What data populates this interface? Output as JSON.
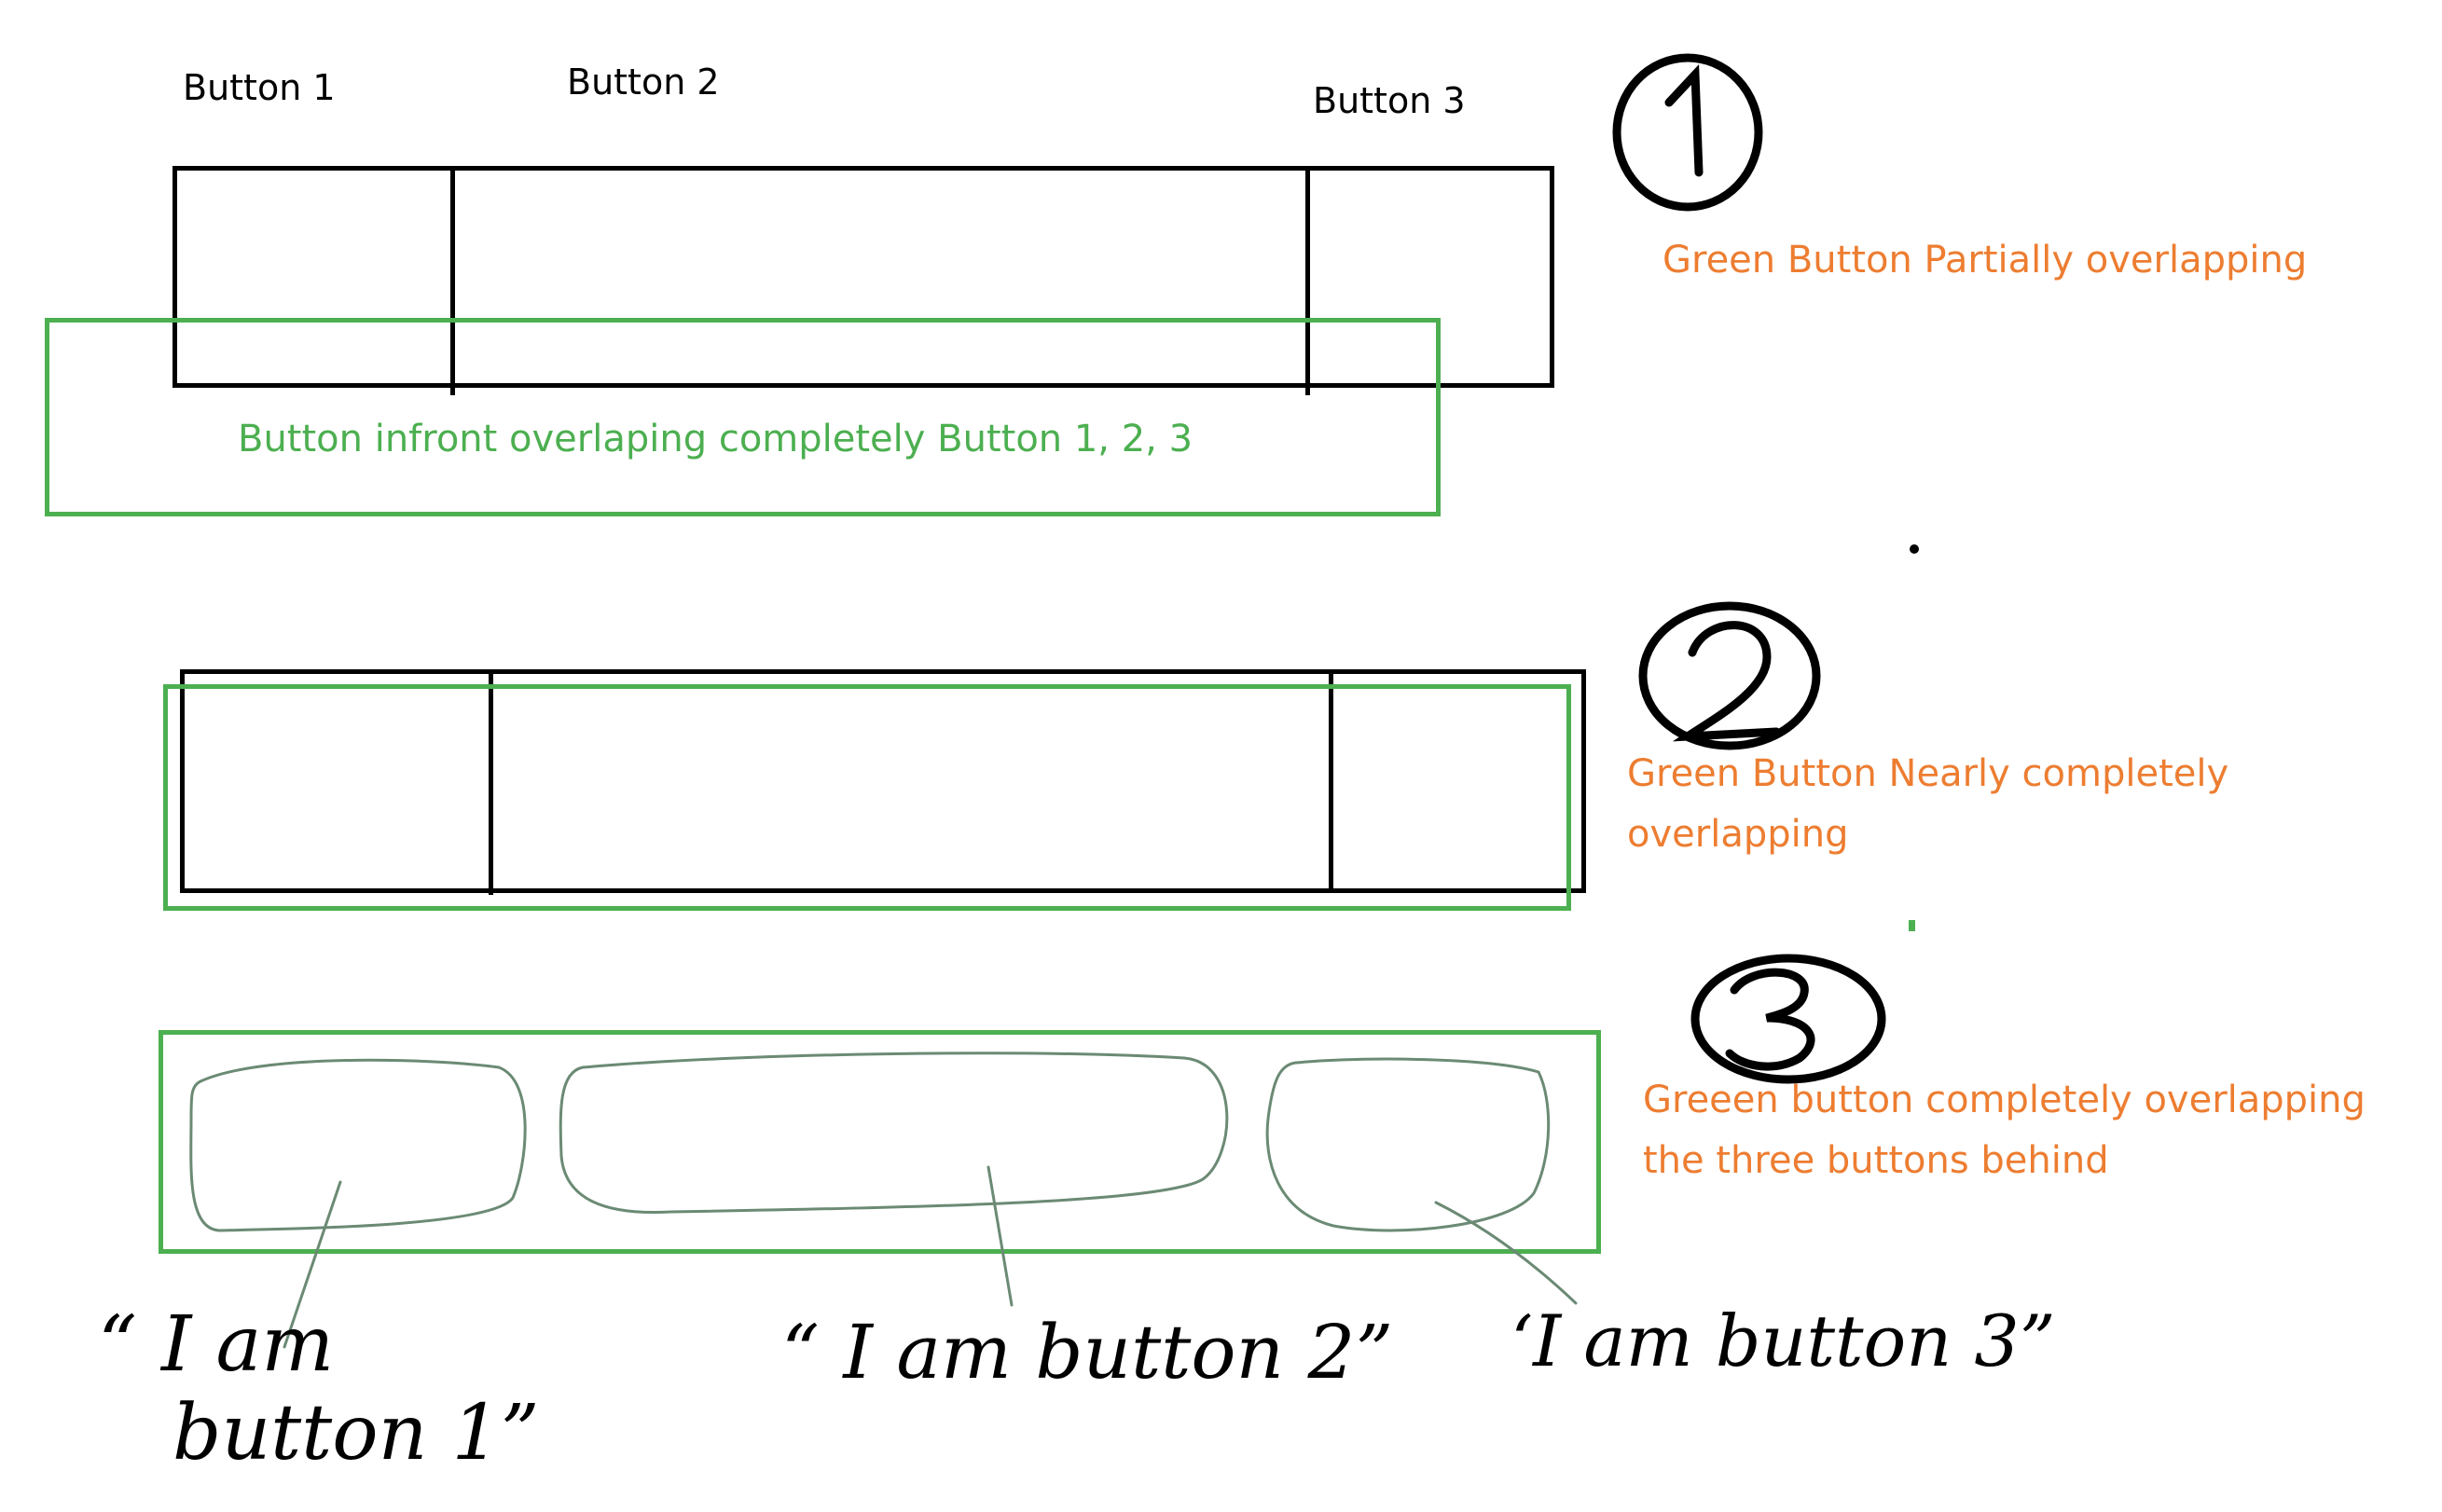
{
  "diagram1": {
    "number": "1",
    "labels": [
      "Button 1",
      "Button 2",
      "Button 3"
    ],
    "green_text": "Button infront overlaping completely Button 1, 2, 3",
    "annotation": "Green Button Partially overlapping"
  },
  "diagram2": {
    "number": "2",
    "annotation": "Green Button Nearly completely overlapping"
  },
  "diagram3": {
    "number": "3",
    "annotation": "Greeen button completely overlapping the three buttons behind",
    "handwritten": [
      "“ I am button 1”",
      "“ I am button 2”",
      "‘I am button 3”"
    ]
  },
  "colors": {
    "outline": "#000000",
    "green": "#4CAF50",
    "annotation": "#ED7D31",
    "blob": "#6B8A74"
  }
}
